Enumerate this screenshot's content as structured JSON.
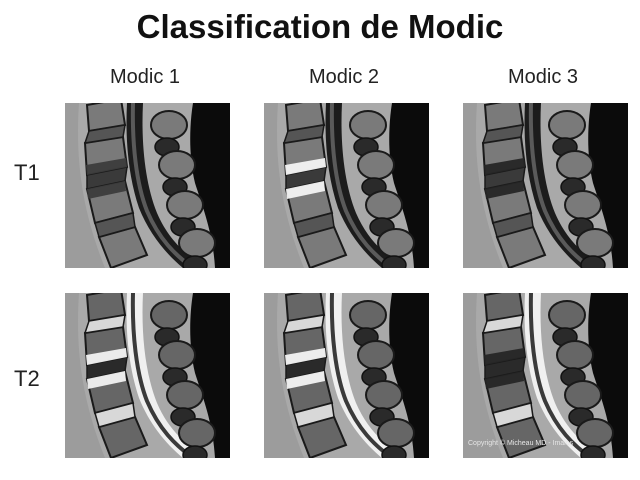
{
  "title": "Classification de Modic",
  "columns": [
    "Modic 1",
    "Modic 2",
    "Modic 3"
  ],
  "rows": [
    "T1",
    "T2"
  ],
  "copyright": "Copyright © Micheau MD - Imaios",
  "colors": {
    "background": "#a9a9a9",
    "black": "#0b0b0b",
    "vertebra_t1": "#7a7a7a",
    "vertebra_t2": "#666666",
    "disc_t1": "#555555",
    "disc_t2": "#d8d8d8",
    "csf_t1": "#1c1c1c",
    "csf_t2": "#f0f0f0"
  }
}
